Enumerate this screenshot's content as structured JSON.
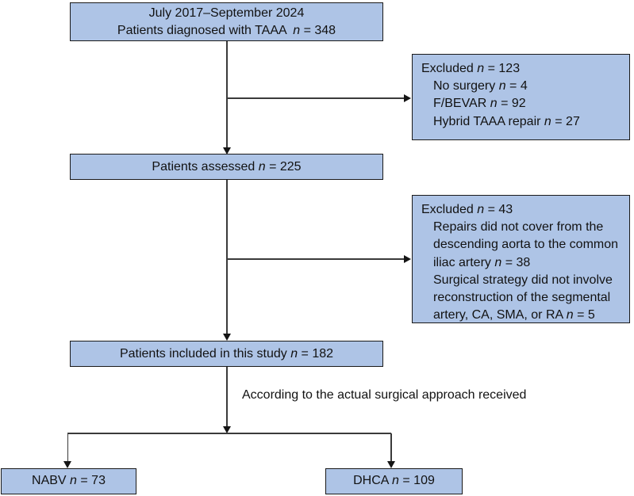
{
  "figure": {
    "type": "patient-flow-diagram",
    "colors": {
      "box_fill": "#aec4e6",
      "box_border": "#1a1a1a",
      "connector": "#3a3a3a",
      "arrow": "#151515",
      "text": "#121212",
      "background": "#ffffff"
    },
    "boxes": {
      "diagnosed": {
        "line1": "July 2017–September 2024",
        "line2": {
          "text": "Patients diagnosed with TAAA ",
          "n": "n",
          "value": " = 348"
        }
      },
      "excluded1": {
        "title": {
          "text": "Excluded ",
          "n": "n",
          "value": " = 123"
        },
        "items": [
          {
            "text": "No surgery ",
            "n": "n",
            "value": " = 4"
          },
          {
            "text": "F/BEVAR ",
            "n": "n",
            "value": " = 92"
          },
          {
            "text": "Hybrid TAAA repair ",
            "n": "n",
            "value": " = 27"
          }
        ]
      },
      "assessed": {
        "text": "Patients assessed ",
        "n": "n",
        "value": " = 225"
      },
      "excluded2": {
        "title": {
          "text": "Excluded ",
          "n": "n",
          "value": " = 43"
        },
        "items": [
          {
            "text": "Repairs did not cover from the descending aorta to the common iliac artery ",
            "n": "n",
            "value": " = 38"
          },
          {
            "text": "Surgical strategy did not involve reconstruction of the segmental artery, CA, SMA, or RA ",
            "n": "n",
            "value": " = 5"
          }
        ]
      },
      "included": {
        "text": "Patients included in this study ",
        "n": "n",
        "value": " = 182"
      },
      "nabv": {
        "text": "NABV ",
        "n": "n",
        "value": " = 73"
      },
      "dhca": {
        "text": "DHCA ",
        "n": "n",
        "value": " = 109"
      }
    },
    "split_label": "According to the actual surgical approach received"
  }
}
